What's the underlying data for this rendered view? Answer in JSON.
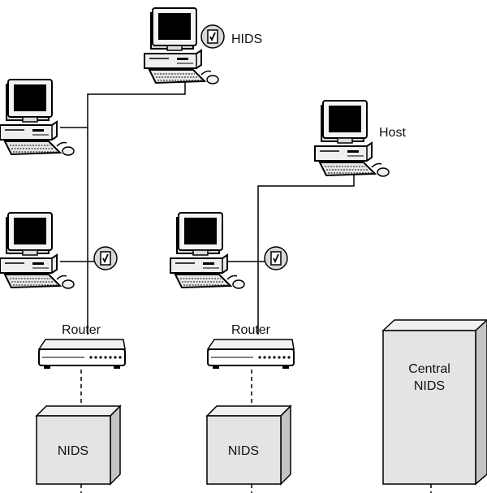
{
  "labels": {
    "hids": "HIDS",
    "host": "Host",
    "router_left": "Router",
    "router_right": "Router",
    "nids_left": "NIDS",
    "nids_right": "NIDS",
    "central_line1": "Central",
    "central_line2": "NIDS"
  },
  "icons": {
    "computer": "desktop-computer-icon",
    "agent": "checkmark-document-icon",
    "router": "router-icon",
    "nids": "nids-appliance-box"
  },
  "colors": {
    "line": "#000000",
    "box_front": "#e4e4e4",
    "box_side": "#c4c4c4",
    "box_top": "#f0f0f0",
    "screen": "#000000",
    "badge_fill": "#d8d8d8"
  }
}
